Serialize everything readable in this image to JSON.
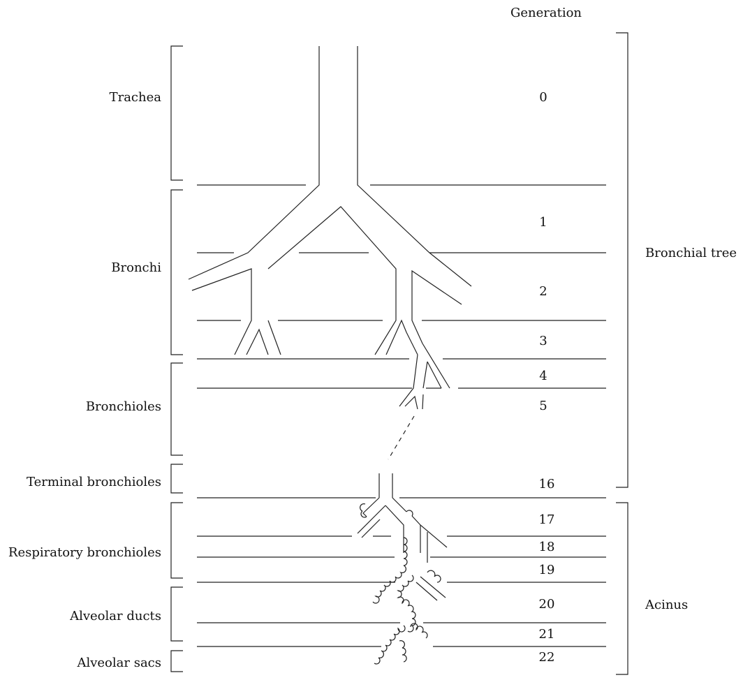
{
  "header": {
    "generation_title": "Generation"
  },
  "zones": [
    {
      "id": "trachea",
      "label": "Trachea"
    },
    {
      "id": "bronchi",
      "label": "Bronchi"
    },
    {
      "id": "bronchioles",
      "label": "Bronchioles"
    },
    {
      "id": "terminal",
      "label": "Terminal bronchioles"
    },
    {
      "id": "respiratory",
      "label": "Respiratory bronchioles"
    },
    {
      "id": "ducts",
      "label": "Alveolar ducts"
    },
    {
      "id": "sacs",
      "label": "Alveolar sacs"
    }
  ],
  "generations": [
    "0",
    "1",
    "2",
    "3",
    "4",
    "5",
    "16",
    "17",
    "18",
    "19",
    "20",
    "21",
    "22"
  ],
  "groups": {
    "bronchial_tree": "Bronchial tree",
    "acinus": "Acinus"
  }
}
